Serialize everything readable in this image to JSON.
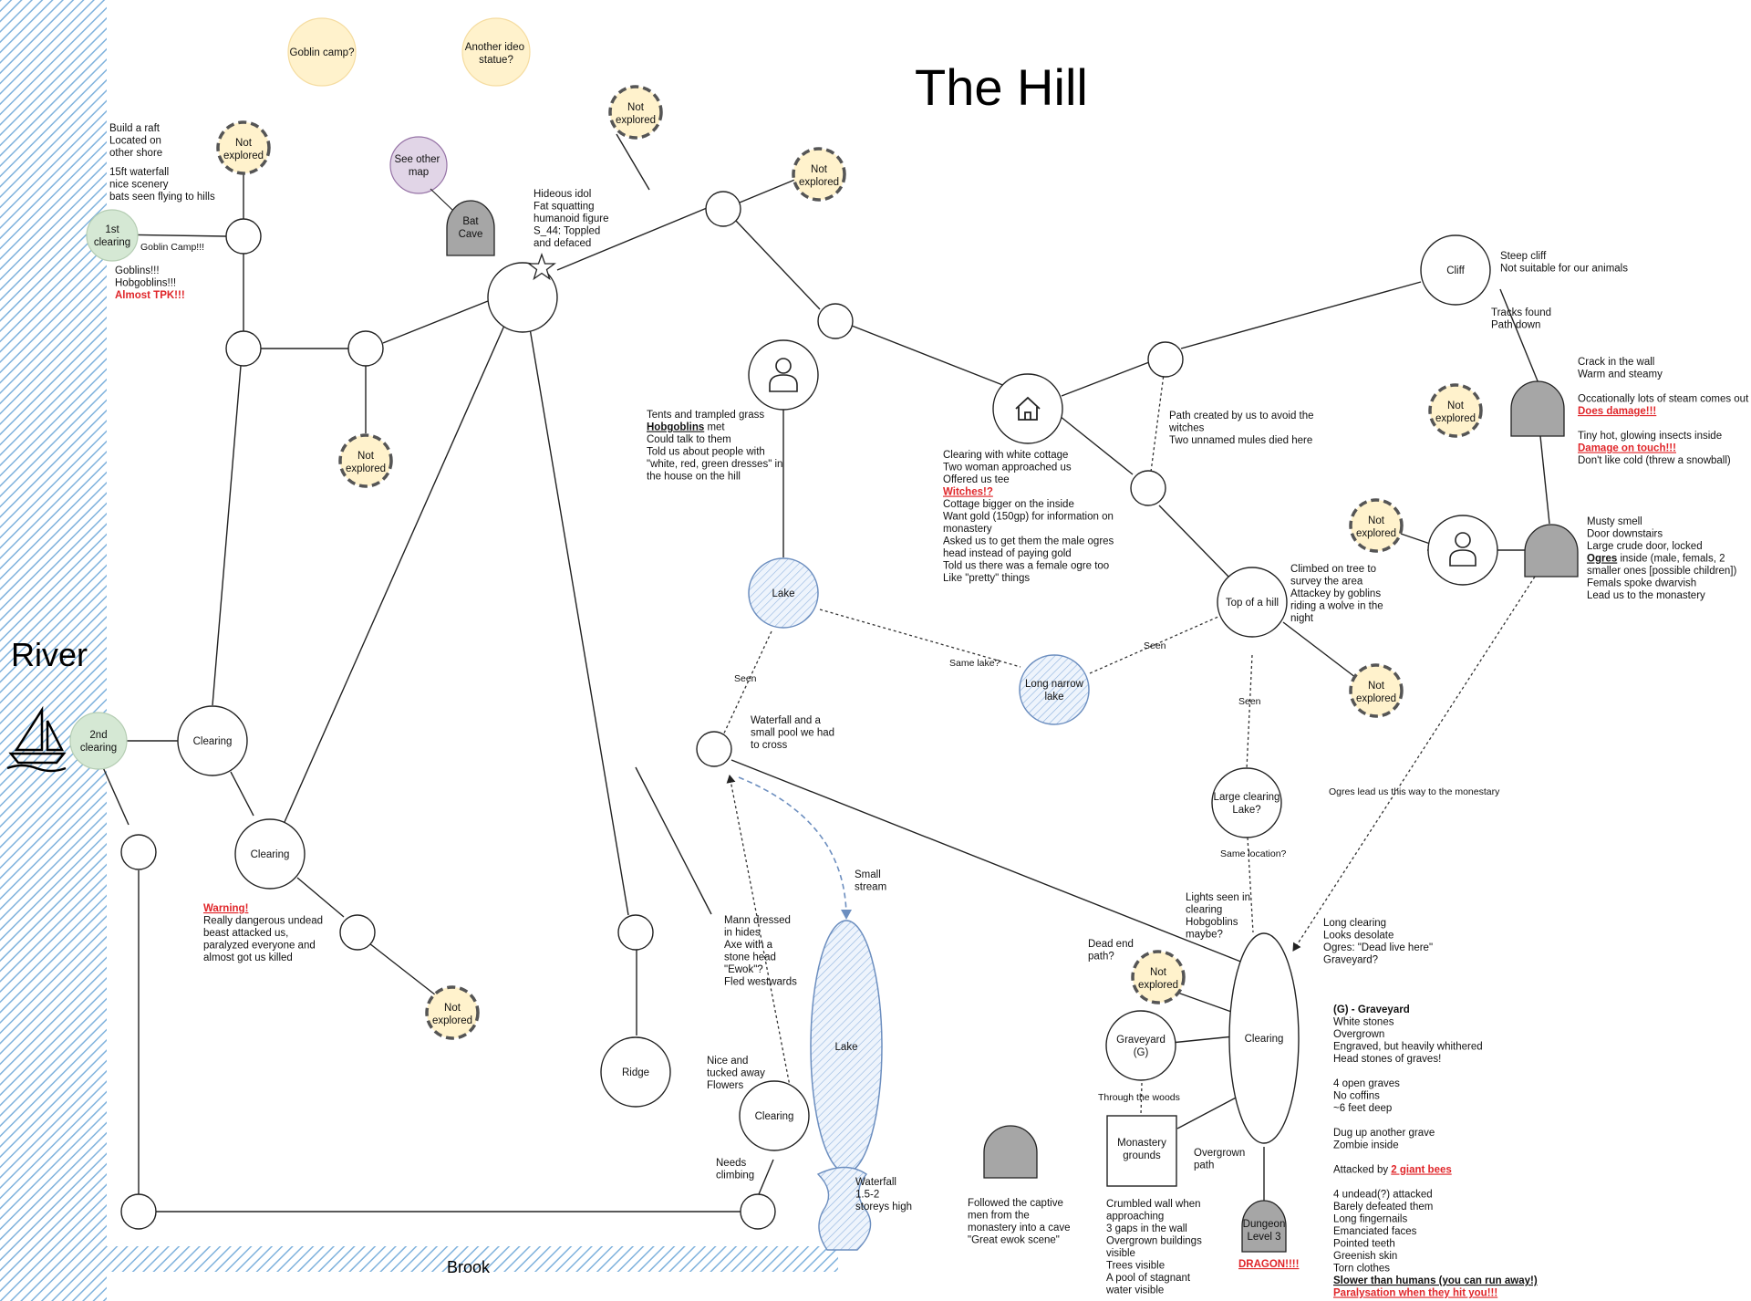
{
  "title": "The Hill",
  "labels": {
    "river": "River",
    "brook": "Brook"
  },
  "colors": {
    "river_stripe": "#7fb2dd",
    "unexplored_fill": "#fff2cc",
    "unexplored_stroke": "#555555",
    "clearing_green": "#d5e8d4",
    "lake_fill": "#dae8fc",
    "lake_stroke": "#6c8ebf",
    "cave_fill": "#a6a6a6",
    "idea_fill": "#fff2cc",
    "map_ref_fill": "#e1d5e7",
    "map_ref_stroke": "#9673a6",
    "warning_red": "#e0262a"
  },
  "nodes": {
    "goblin_camp_idea": "Goblin camp?",
    "ideo_statue_idea": [
      "Another ideo",
      "statue?"
    ],
    "see_other_map": [
      "See other",
      "map"
    ],
    "bat_cave": [
      "Bat",
      "Cave"
    ],
    "first_clearing": [
      "1st",
      "clearing"
    ],
    "second_clearing": [
      "2nd",
      "clearing"
    ],
    "not_explored": [
      "Not",
      "explored"
    ],
    "clearing": "Clearing",
    "lake": "Lake",
    "long_narrow_lake": [
      "Long narrow",
      "lake"
    ],
    "top_of_hill": "Top of a hill",
    "cliff": "Cliff",
    "large_clearing_lake": [
      "Large clearing",
      "Lake?"
    ],
    "ridge": "Ridge",
    "graveyard": [
      "Graveyard",
      "(G)"
    ],
    "monastery": [
      "Monastery",
      "grounds"
    ],
    "dungeon": [
      "Dungeon",
      "Level 3"
    ],
    "person_icon": "person-icon",
    "house_icon": "house-icon",
    "star_icon": "star-icon",
    "boat_icon": "sailboat-icon"
  },
  "edge_labels": {
    "seen": "Seen",
    "same_lake": "Same lake?",
    "same_location": "Same location?",
    "through_woods": "Through the woods",
    "ogres_lead": "Ogres lead us this way to the monestary",
    "goblin_camp": "Goblin Camp!!!"
  },
  "notes": {
    "raft": [
      "Build a raft",
      "Located on",
      "other shore"
    ],
    "waterfall15": [
      "15ft waterfall",
      "nice scenery",
      "bats seen flying to hills"
    ],
    "goblins": [
      "Goblins!!!",
      "Hobgoblins!!!"
    ],
    "goblins_tpk": "Almost TPK!!!",
    "idol": [
      "Hideous idol",
      "Fat squatting",
      "humanoid figure",
      "S_44: Toppled",
      "and defaced"
    ],
    "tents_1": "Tents and trampled grass",
    "tents_hob": "Hobgoblins",
    "tents_met": " met",
    "tents_rest": [
      "Could talk to them",
      "Told us about people with",
      "\"white, red, green dresses\" in",
      "the house on the hill"
    ],
    "cottage_1": [
      "Clearing with white cottage",
      "Two woman approached us",
      "Offered us tee"
    ],
    "cottage_witches": "Witches!?",
    "cottage_2": [
      "Cottage bigger on the inside",
      "Want gold (150gp) for information on",
      "monastery",
      "Asked us to get them the male ogres",
      "head instead of paying gold",
      "Told us there was a female ogre too",
      "Like \"pretty\" things"
    ],
    "path_witches": [
      "Path created by us to avoid the",
      "witches",
      "Two unnamed mules died here"
    ],
    "cliff_note": [
      "Steep cliff",
      "Not suitable for our animals"
    ],
    "tracks": [
      "Tracks found",
      "Path down"
    ],
    "crack_1": [
      "Crack in the wall",
      "Warm and steamy"
    ],
    "crack_2": "Occationally lots of steam comes out",
    "crack_dmg": "Does damage!!!",
    "insects_1": "Tiny hot, glowing insects inside",
    "insects_dmg": "Damage on touch!!!",
    "insects_2": "Don't like cold (threw a snowball)",
    "musty_1": [
      "Musty smell",
      "Door downstairs",
      "Large crude door, locked"
    ],
    "musty_ogres": "Ogres",
    "musty_ogres_rest": " inside (male, femals, 2",
    "musty_2": [
      "smaller ones [possible children])",
      "Femals spoke dwarvish",
      "Lead us to the monastery"
    ],
    "climbed": [
      "Climbed on tree to",
      "survey the area",
      "Attackey by goblins",
      "riding a wolve in the",
      "night"
    ],
    "waterfall_pool": [
      "Waterfall and a",
      "small pool we had",
      "to cross"
    ],
    "small_stream": [
      "Small",
      "stream"
    ],
    "mann": [
      "Mann dressed",
      "in hides",
      "Axe with a",
      "stone head",
      "\"Ewok\"?",
      "Fled westwards"
    ],
    "nice": [
      "Nice and",
      "tucked away",
      "Flowers"
    ],
    "needs": [
      "Needs",
      "climbing"
    ],
    "waterfall2": [
      "Waterfall",
      "1.5-2",
      "storeys high"
    ],
    "warning": "Warning!",
    "warning_rest": [
      "Really dangerous undead",
      "beast attacked us,",
      "paralyzed everyone and",
      "almost got us killed"
    ],
    "lights": [
      "Lights seen in",
      "clearing",
      "Hobgoblins",
      "maybe?"
    ],
    "dead_end": [
      "Dead end",
      "path?"
    ],
    "long_clearing": [
      "Long clearing",
      "Looks desolate",
      "Ogres: \"Dead live here\"",
      "Graveyard?"
    ],
    "graveyard_title": "(G) - Graveyard",
    "graveyard_1": [
      "White stones",
      "Overgrown",
      "Engraved, but heavily whithered",
      "Head stones of graves!"
    ],
    "graveyard_2": [
      "4 open graves",
      "No coffins",
      "~6 feet deep"
    ],
    "graveyard_3": [
      "Dug up another grave",
      "Zombie inside"
    ],
    "attacked_by": "Attacked by ",
    "giant_bees": "2 giant bees",
    "graveyard_4": [
      "4 undead(?) attacked",
      "Barely defeated them",
      "Long fingernails",
      "Emanciated faces",
      "Pointed teeth",
      "Greenish skin",
      "Torn clothes"
    ],
    "slower": "Slower than humans (you can run away!)",
    "paralysation": "Paralysation when they hit you!!!",
    "overgrown_path": [
      "Overgrown",
      "path"
    ],
    "crumbled": [
      "Crumbled wall when",
      "approaching",
      "3 gaps in the wall",
      "Overgrown buildings",
      "visible",
      "Trees visible",
      "A pool of stagnant",
      "water visible"
    ],
    "captive": [
      "Followed the captive",
      "men from the",
      "monastery into a cave",
      "\"Great ewok scene\""
    ],
    "dragon": "DRAGON!!!!"
  }
}
